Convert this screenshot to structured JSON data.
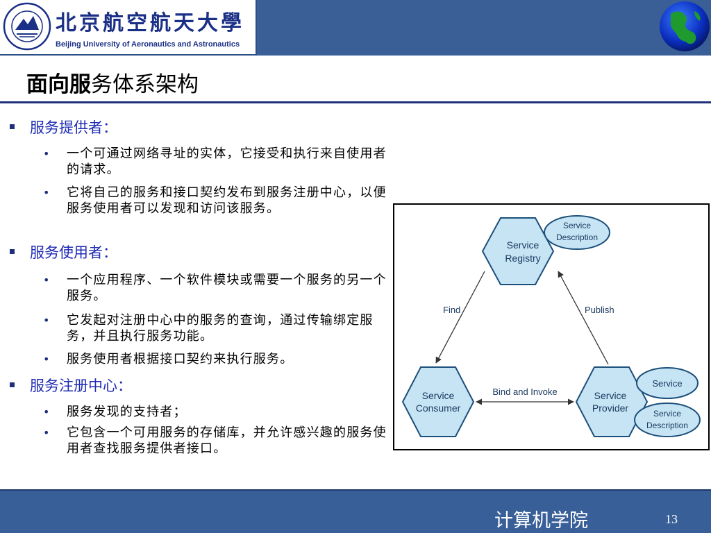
{
  "header": {
    "university_cn": "北京航空航天大學",
    "university_en": "Beijing University of Aeronautics and Astronautics"
  },
  "title": {
    "bold": "面向服",
    "regular": "务体系架构"
  },
  "sections": [
    {
      "heading": "服务提供者：",
      "bullets": [
        "一个可通过网络寻址的实体，它接受和执行来自使用者的请求。",
        "它将自己的服务和接口契约发布到服务注册中心，以便服务使用者可以发现和访问该服务。"
      ]
    },
    {
      "heading": "服务使用者：",
      "bullets": [
        "一个应用程序、一个软件模块或需要一个服务的另一个服务。",
        "它发起对注册中心中的服务的查询，通过传输绑定服务，并且执行服务功能。",
        "服务使用者根据接口契约来执行服务。"
      ]
    },
    {
      "heading": "服务注册中心：",
      "bullets": [
        "服务发现的支持者；",
        "它包含一个可用服务的存储库，并允许感兴趣的服务使用者查找服务提供者接口。"
      ]
    }
  ],
  "diagram": {
    "registry": [
      "Service",
      "Registry"
    ],
    "registry_desc": [
      "Service",
      "Description"
    ],
    "consumer": [
      "Service",
      "Consumer"
    ],
    "provider": [
      "Service",
      "Provider"
    ],
    "provider_service": "Service",
    "provider_desc": [
      "Service",
      "Description"
    ],
    "find": "Find",
    "publish": "Publish",
    "bind": "Bind and Invoke"
  },
  "colors": {
    "hexagon_fill": "#c6e4f4",
    "band": "#385f98",
    "heading_blue": "#1f2bb4"
  },
  "footer": {
    "college": "计算机学院",
    "page": "13"
  }
}
